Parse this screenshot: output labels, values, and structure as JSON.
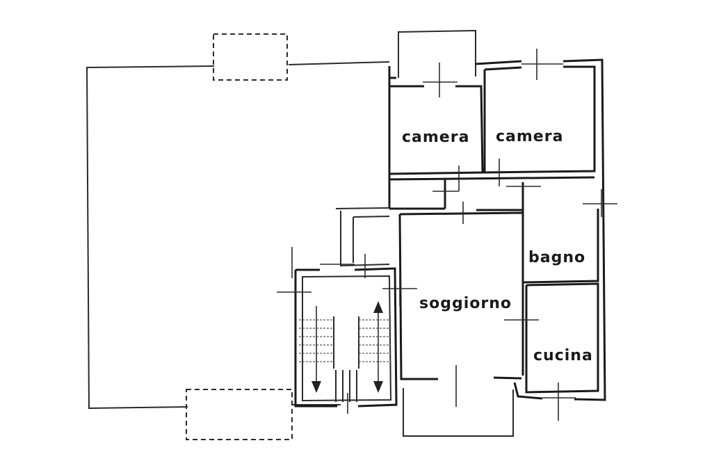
{
  "rooms": {
    "camera_left": "camera",
    "camera_right": "camera",
    "bagno": "bagno",
    "soggiorno": "soggiorno",
    "cucina": "cucina"
  }
}
